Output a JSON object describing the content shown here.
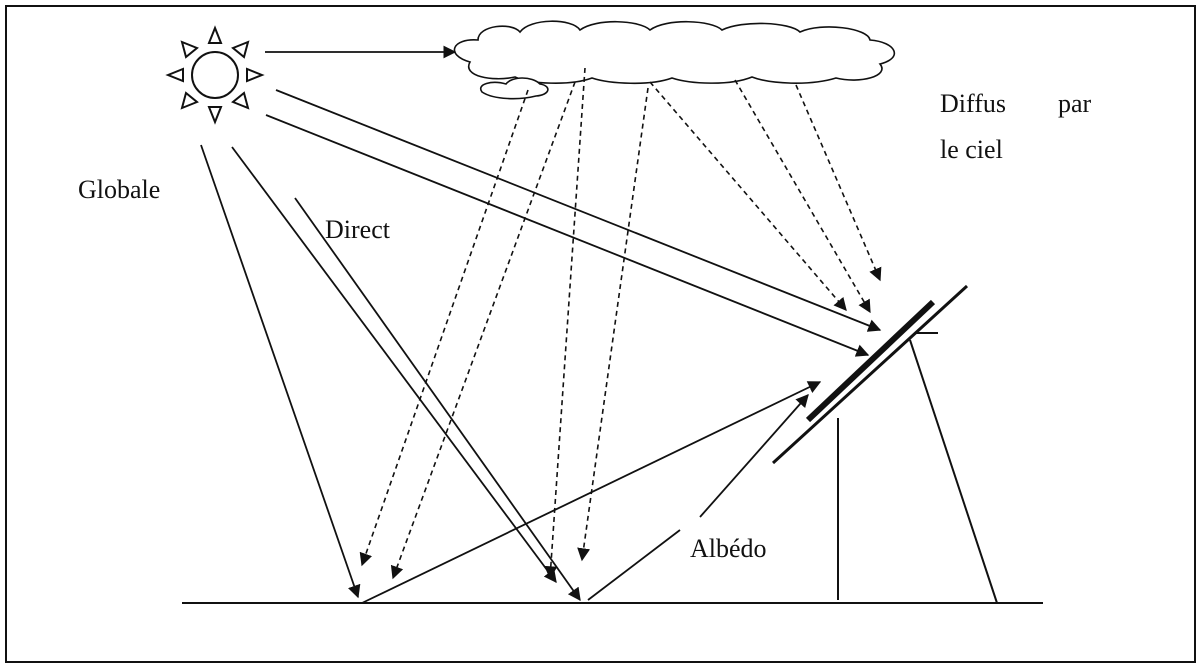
{
  "labels": {
    "globale": "Globale",
    "direct": "Direct",
    "diffus_line1": "Diffus",
    "diffus_line2": "par",
    "diffus_line3": "le ciel",
    "albedo": "Albédo"
  },
  "colors": {
    "ink": "#111111",
    "background": "#ffffff"
  },
  "icons": [
    "sun-icon",
    "cloud-icon",
    "solar-panel-icon"
  ]
}
